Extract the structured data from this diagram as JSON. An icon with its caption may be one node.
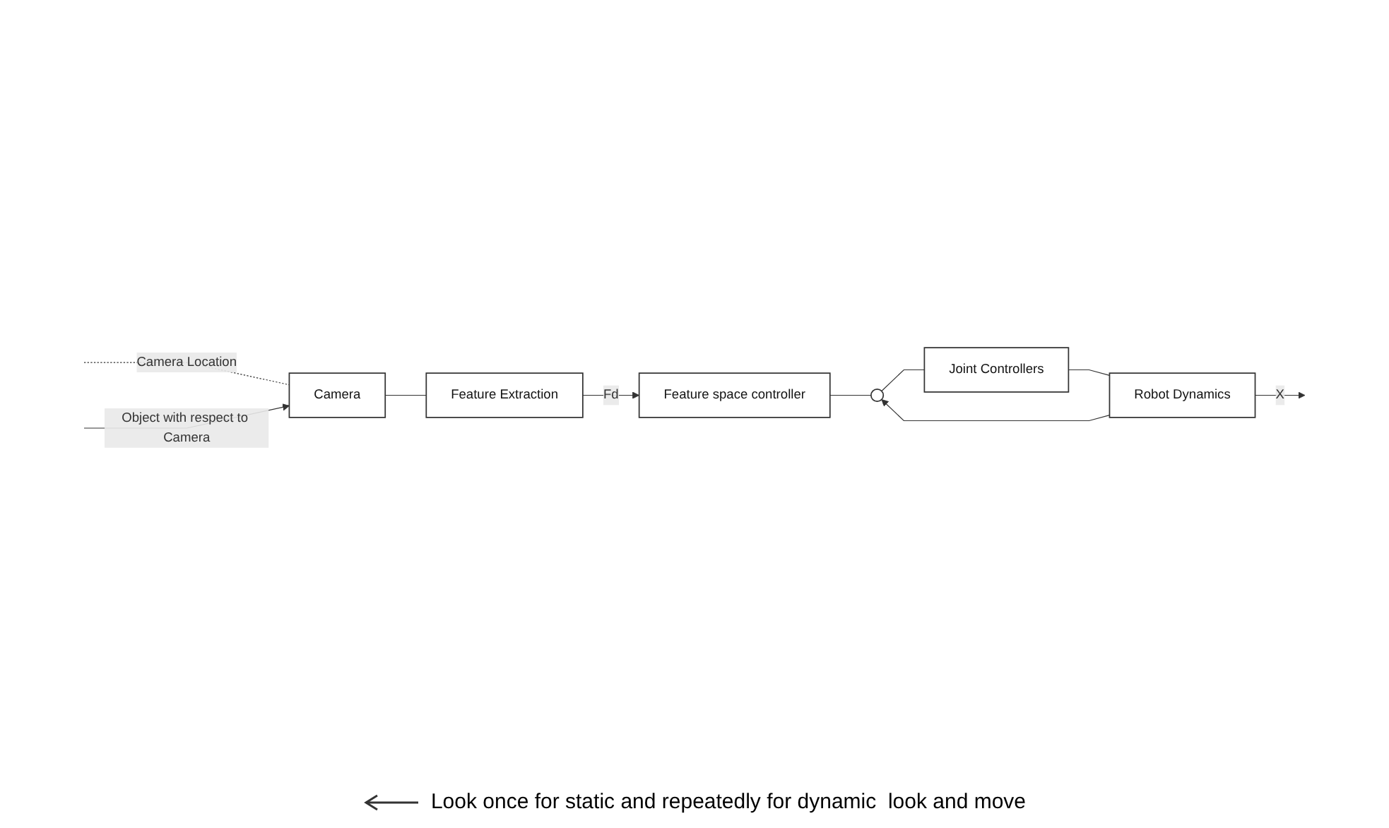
{
  "diagram": {
    "nodes": [
      {
        "text": [
          "Feature space controller"
        ]
      },
      {
        "text": [],
        "shape": "circle"
      },
      {
        "text": [
          "Joint Controllers"
        ]
      },
      {
        "text": [
          "Robot Dynamics"
        ]
      },
      {
        "text": [
          "Feature Extraction"
        ]
      },
      {
        "text": [
          "Camera"
        ]
      }
    ],
    "edges": [
      {
        "from": 4,
        "to": 0,
        "arrow": "to",
        "label": "Fd"
      },
      {
        "from": 0,
        "to": 1,
        "arrow": "none"
      },
      {
        "from": 1,
        "to": 2,
        "arrow": "none"
      },
      {
        "from": 2,
        "to": 3,
        "arrow": "none"
      },
      {
        "from": 3,
        "to": null,
        "arrow": "to",
        "label": "X"
      },
      {
        "from": 3,
        "to": 1,
        "arrow": "to"
      },
      {
        "from": null,
        "to": 5,
        "arrow": "none",
        "label": "Camera Location",
        "style": "dashed"
      },
      {
        "from": null,
        "to": 5,
        "arrow": "to",
        "label": "Object with respect to Camera"
      },
      {
        "from": 5,
        "to": 4,
        "arrow": "none"
      }
    ],
    "labels": [
      "Look once for static and repeatedly for dynamic  look and move"
    ]
  }
}
